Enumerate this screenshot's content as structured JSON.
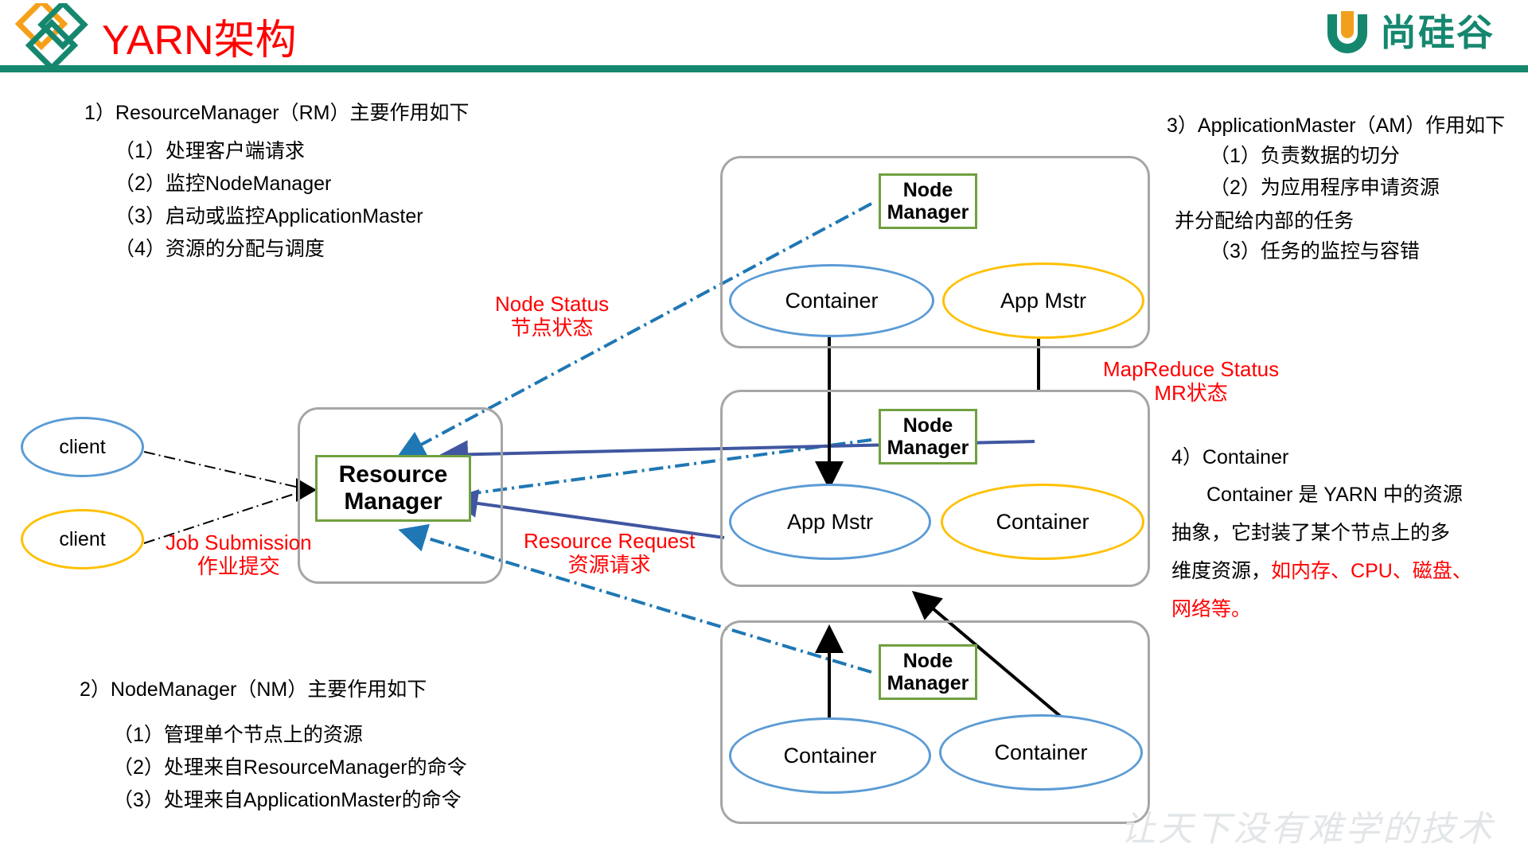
{
  "header": {
    "title": "YARN架构",
    "title_color": "#FF0000",
    "rule_color": "#15876F",
    "logo_diamond_orange": "#F6A01A",
    "logo_diamond_teal": "#16876F",
    "brand_name": "尚硅谷",
    "brand_mark": "U",
    "brand_color": "#16876F",
    "brand_mark_inner_color": "#F2A01C"
  },
  "blocks": {
    "rm": {
      "heading": "1）ResourceManager（RM）主要作用如下",
      "items": [
        "（1）处理客户端请求",
        "（2）监控NodeManager",
        "（3）启动或监控ApplicationMaster",
        "（4）资源的分配与调度"
      ]
    },
    "nm": {
      "heading": "2）NodeManager（NM）主要作用如下",
      "items": [
        "（1）管理单个节点上的资源",
        "（2）处理来自ResourceManager的命令",
        "（3）处理来自ApplicationMaster的命令"
      ]
    },
    "am": {
      "heading": "3）ApplicationMaster（AM）作用如下",
      "items": [
        "（1）负责数据的切分",
        "（2）为应用程序申请资源"
      ],
      "continuation": "并分配给内部的任务",
      "item3": "（3）任务的监控与容错"
    },
    "container": {
      "heading": "4）Container",
      "para_1": "Container 是 YARN 中的资源",
      "para_2": "抽象，它封装了某个节点上的多",
      "para_3_black": "维度资源，",
      "para_3_red": "如内存、CPU、磁盘、",
      "para_4_red": "网络等。"
    }
  },
  "diagram": {
    "clients": [
      {
        "label": "client",
        "color": "#5B9BD5"
      },
      {
        "label": "client",
        "color": "#FFC000"
      }
    ],
    "resource_manager": {
      "label_line1": "Resource",
      "label_line2": "Manager",
      "border_color": "#70A040"
    },
    "node_groups": [
      {
        "name": "node-group-top",
        "node_manager": {
          "line1": "Node",
          "line2": "Manager"
        },
        "ellipses": [
          {
            "label": "Container",
            "color": "#5B9BD5"
          },
          {
            "label": "App Mstr",
            "color": "#FFC000"
          }
        ]
      },
      {
        "name": "node-group-middle",
        "node_manager": {
          "line1": "Node",
          "line2": "Manager"
        },
        "ellipses": [
          {
            "label": "App Mstr",
            "color": "#5B9BD5"
          },
          {
            "label": "Container",
            "color": "#FFC000"
          }
        ]
      },
      {
        "name": "node-group-bottom",
        "node_manager": {
          "line1": "Node",
          "line2": "Manager"
        },
        "ellipses": [
          {
            "label": "Container",
            "color": "#5B9BD5"
          },
          {
            "label": "Container",
            "color": "#5B9BD5"
          }
        ]
      }
    ],
    "edge_labels": [
      {
        "name": "node-status",
        "en": "Node Status",
        "zh": "节点状态",
        "color": "#FF0000"
      },
      {
        "name": "job-submission",
        "en": "Job Submission",
        "zh": "作业提交",
        "color": "#FF0000"
      },
      {
        "name": "resource-request",
        "en": "Resource Request",
        "zh": "资源请求",
        "color": "#FF0000"
      },
      {
        "name": "mapreduce-status",
        "en": "MapReduce Status",
        "zh": "MR状态",
        "color": "#FF0000"
      }
    ],
    "line_colors": {
      "node_status_dashdot": "#1F77B4",
      "resource_request_solid": "#4056A1",
      "job_submission_dashdot": "#000000",
      "container_solid": "#000000",
      "group_border": "#A6A6A6"
    }
  },
  "watermark": "让天下没有难学的技术"
}
